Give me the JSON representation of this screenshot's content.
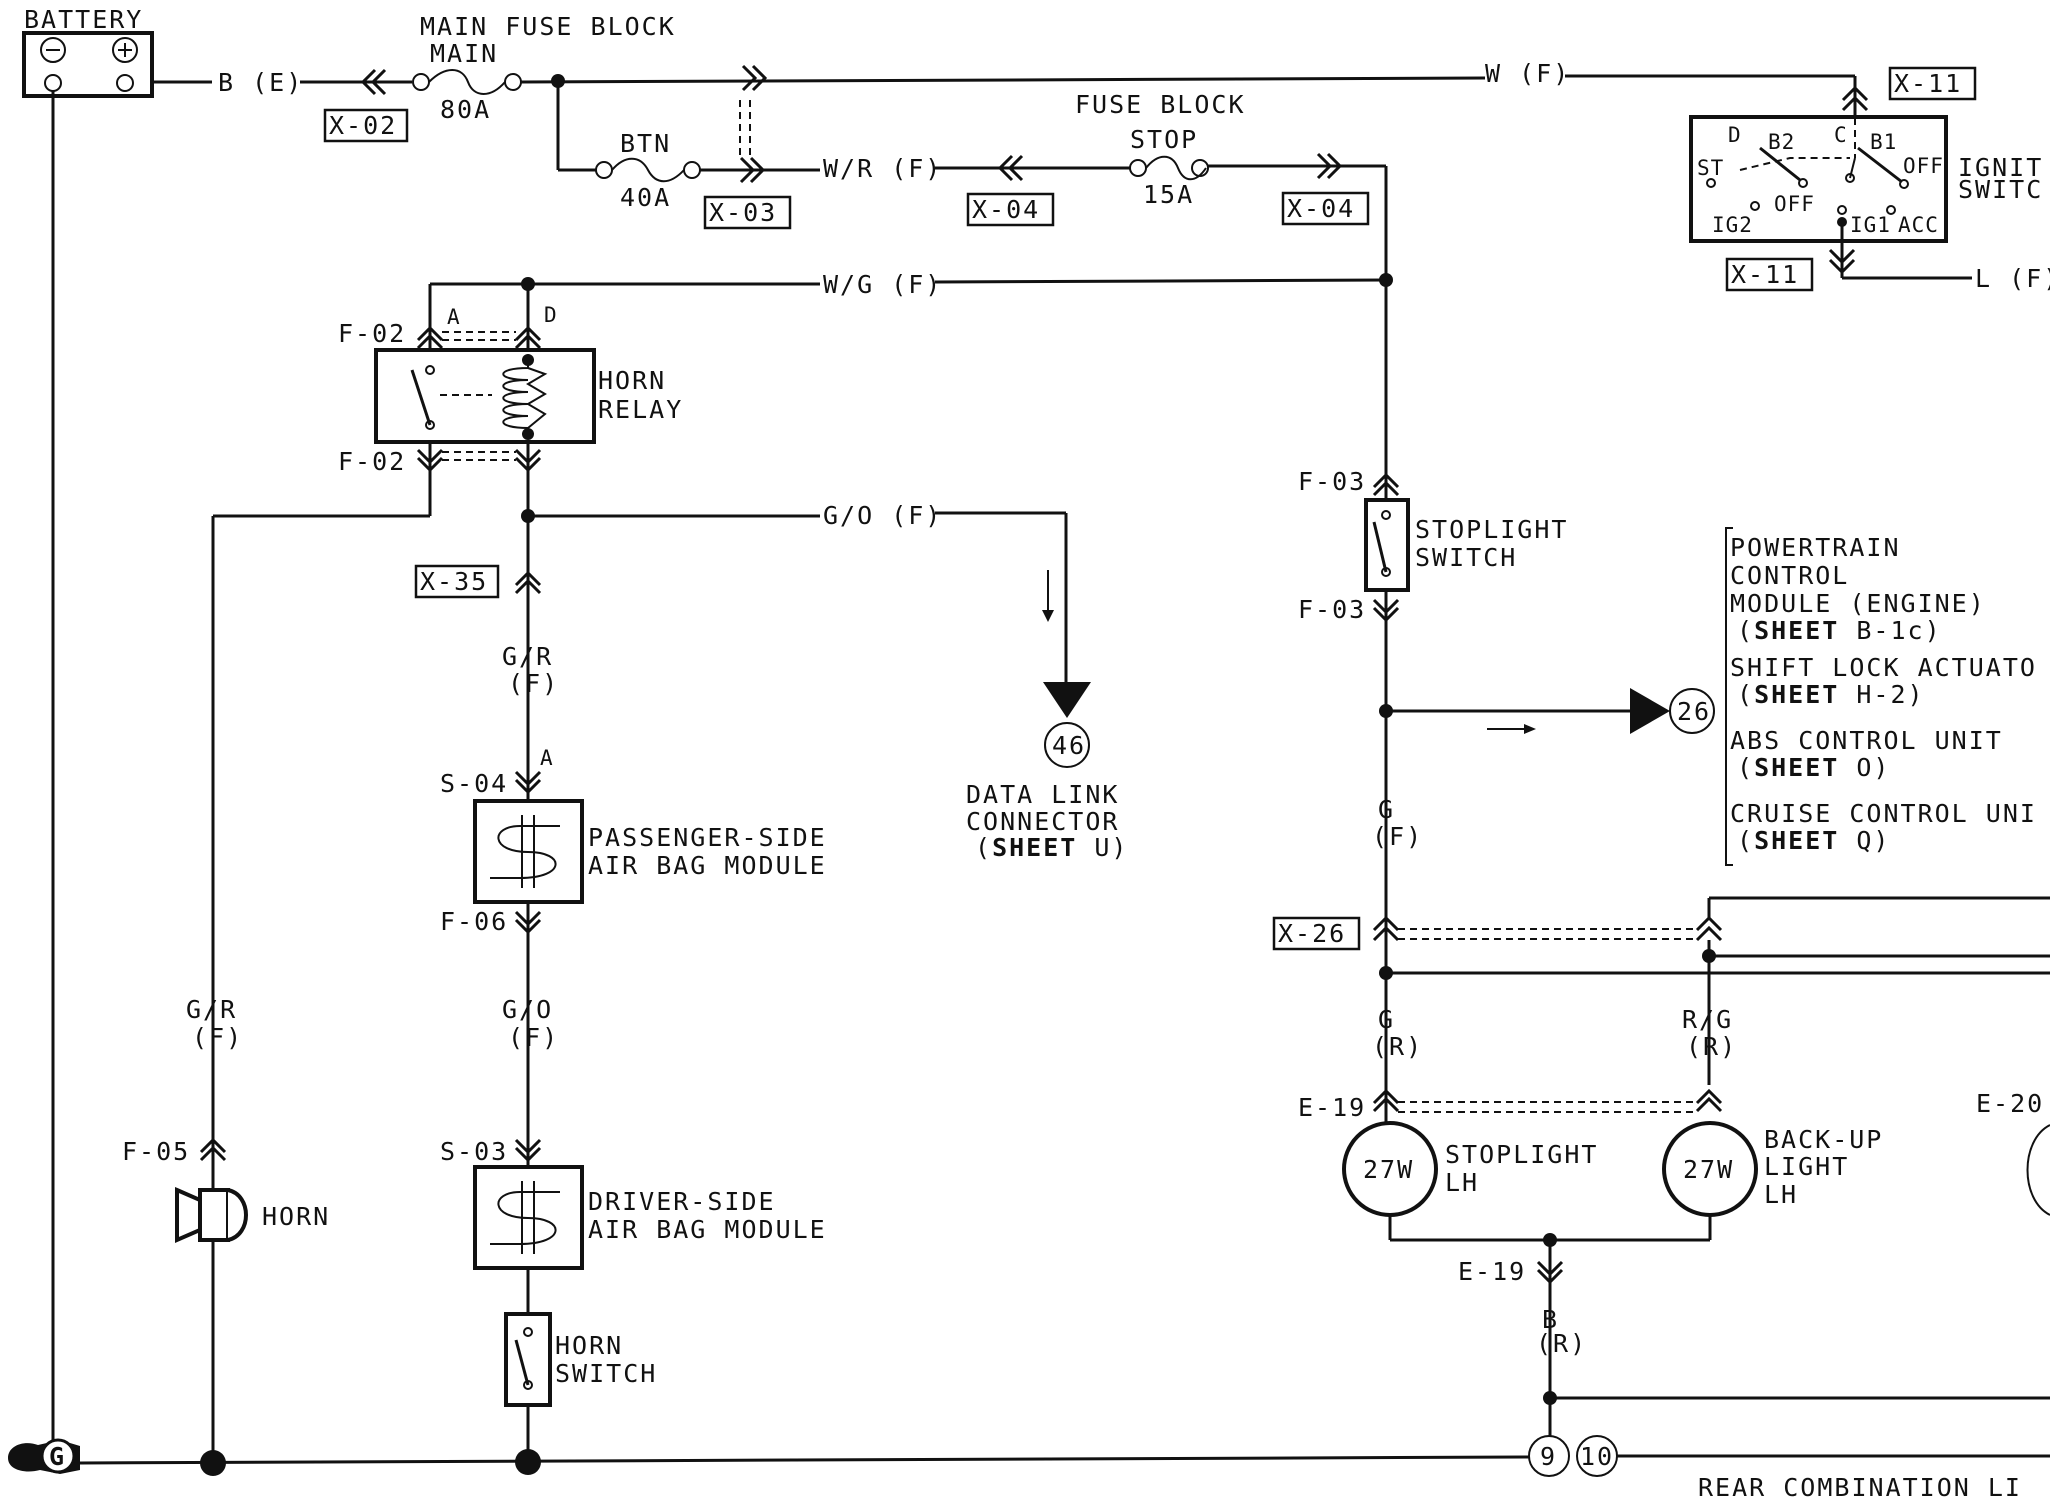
{
  "battery": {
    "label": "BATTERY",
    "minus": "⊖",
    "plus": "⊕"
  },
  "main_fuse_block": {
    "title": "MAIN FUSE BLOCK",
    "main_label": "MAIN",
    "main_rating": "80A",
    "btn_label": "BTN",
    "btn_rating": "40A"
  },
  "fuse_block": {
    "title": "FUSE BLOCK",
    "stop_label": "STOP",
    "stop_rating": "15A"
  },
  "connectors": {
    "x02": "X-02",
    "x03": "X-03",
    "x04a": "X-04",
    "x04b": "X-04",
    "x11a": "X-11",
    "x11b": "X-11",
    "x35": "X-35",
    "x26": "X-26",
    "f02a": "F-02",
    "f02b": "F-02",
    "f03a": "F-03",
    "f03b": "F-03",
    "s04": "S-04",
    "f06": "F-06",
    "s03": "S-03",
    "f05": "F-05",
    "e19a": "E-19",
    "e19b": "E-19",
    "e20": "E-20"
  },
  "wires": {
    "be": "B (E)",
    "wf": "W (F)",
    "wrf": "W/R (F)",
    "wgf": "W/G (F)",
    "lf": "L (F)",
    "gof": "G/O (F)",
    "gr_1": "G/R",
    "gr_2": "(F)",
    "gr2_1": "G/R",
    "gr2_2": "(F)",
    "go_1": "G/O",
    "go_2": "(F)",
    "g_1": "G",
    "g_2": "(F)",
    "gR_1": "G",
    "gR_2": "(R)",
    "rg_1": "R/G",
    "rg_2": "(R)",
    "bR_1": "B",
    "bR_2": "(R)"
  },
  "pins": {
    "a": "A",
    "d": "D",
    "a2": "A",
    "D": "D",
    "C": "C",
    "B1": "B1",
    "B2": "B2",
    "OFF": "OFF",
    "OFF2": "OFF",
    "ST": "ST",
    "IG2": "IG2",
    "IG1": "IG1",
    "ACC": "ACC"
  },
  "components": {
    "horn_relay_1": "HORN",
    "horn_relay_2": "RELAY",
    "ignition_1": "IGNIT",
    "ignition_2": "SWITC",
    "stoplight_switch_1": "STOPLIGHT",
    "stoplight_switch_2": "SWITCH",
    "pass_airbag_1": "PASSENGER-SIDE",
    "pass_airbag_2": "AIR BAG MODULE",
    "drv_airbag_1": "DRIVER-SIDE",
    "drv_airbag_2": "AIR BAG MODULE",
    "horn_switch_1": "HORN",
    "horn_switch_2": "SWITCH",
    "horn": "HORN",
    "dlc_1": "DATA LINK",
    "dlc_2": "CONNECTOR",
    "dlc_sheet_pre": "(",
    "dlc_sheet": "SHEET",
    "dlc_sheet_post": " U)",
    "stop_lh_1": "STOPLIGHT",
    "stop_lh_2": "LH",
    "stop_watt": "27W",
    "backup_lh_1": "BACK-UP",
    "backup_lh_2": "LIGHT",
    "backup_lh_3": "LH",
    "backup_watt": "27W",
    "rear_combo": "REAR COMBINATION LI",
    "ground": "G"
  },
  "references": {
    "ref46": "46",
    "ref26": "26",
    "ref9": "9",
    "ref10": "10"
  },
  "module_list": [
    {
      "line1": "POWERTRAIN",
      "line2": "CONTROL",
      "line3": "MODULE (ENGINE)",
      "sheet": "SHEET",
      "sheet_ref": " B-1c)"
    },
    {
      "line1": "SHIFT LOCK ACTUATO",
      "sheet": "SHEET",
      "sheet_ref": " H-2)"
    },
    {
      "line1": "ABS CONTROL UNIT",
      "sheet": "SHEET",
      "sheet_ref": " O)"
    },
    {
      "line1": "CRUISE CONTROL UNI",
      "sheet": "SHEET",
      "sheet_ref": " Q)"
    }
  ]
}
